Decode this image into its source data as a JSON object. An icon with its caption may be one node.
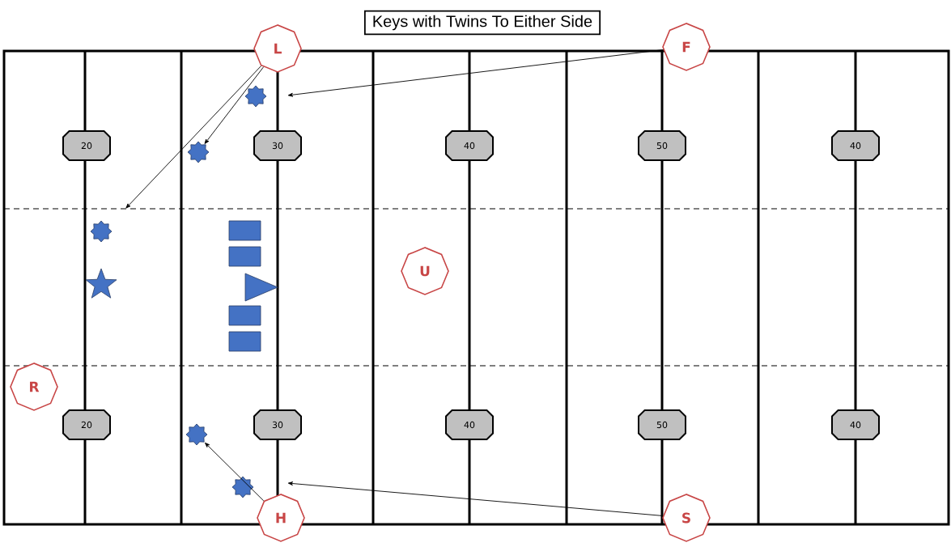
{
  "diagram": {
    "title": "Keys with Twins To Either Side",
    "nodes": [
      {
        "text": [
          "L"
        ]
      },
      {
        "text": [
          "F"
        ]
      },
      {
        "text": [
          "20"
        ]
      },
      {
        "text": [
          "30"
        ]
      },
      {
        "text": [
          "40"
        ]
      },
      {
        "text": [
          "50"
        ]
      },
      {
        "text": [
          "40"
        ]
      },
      {
        "text": [
          "U"
        ]
      },
      {
        "text": [
          "R"
        ]
      },
      {
        "text": [
          "20"
        ]
      },
      {
        "text": [
          "30"
        ]
      },
      {
        "text": [
          "40"
        ]
      },
      {
        "text": [
          "50"
        ]
      },
      {
        "text": [
          "40"
        ]
      },
      {
        "text": [
          "H"
        ]
      },
      {
        "text": [
          "S"
        ]
      },
      {
        "text": [],
        "shape": "star"
      },
      {
        "text": [],
        "shape": "star"
      },
      {
        "text": [],
        "shape": "star"
      },
      {
        "text": [],
        "shape": "star"
      },
      {
        "text": [],
        "shape": "star"
      }
    ],
    "edges": [
      {
        "from": 0,
        "to": 17,
        "arrow": "to"
      },
      {
        "from": 0,
        "to": null,
        "arrow": "to"
      },
      {
        "from": 1,
        "to": null,
        "arrow": "to"
      },
      {
        "from": 14,
        "to": 19,
        "arrow": "to"
      },
      {
        "from": 15,
        "to": null,
        "arrow": "to"
      }
    ]
  }
}
